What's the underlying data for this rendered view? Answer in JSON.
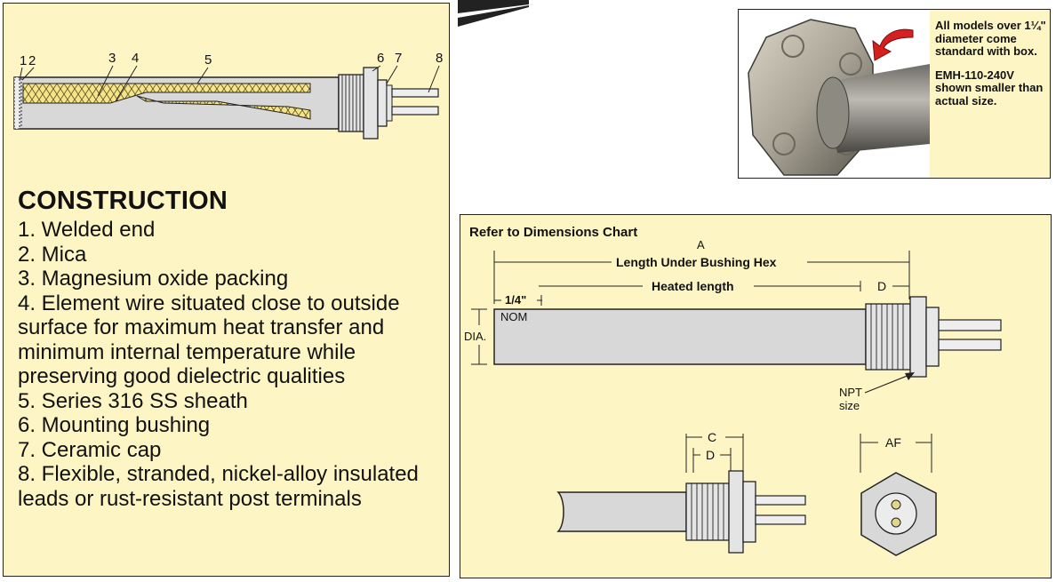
{
  "construction": {
    "heading": "CONSTRUCTION",
    "items": [
      "1. Welded end",
      "2. Mica",
      "3. Magnesium oxide packing",
      "4. Element wire situated close to outside surface for maximum heat transfer and minimum internal temperature while preserving good dielectric qualities",
      "5. Series 316 SS sheath",
      "6. Mounting bushing",
      "7. Ceramic cap",
      "8. Flexible, stranded, nickel-alloy insulated leads or rust-resistant post terminals"
    ],
    "callouts": [
      "1",
      "2",
      "3",
      "4",
      "5",
      "6",
      "7",
      "8"
    ]
  },
  "photo": {
    "caption_1": "All models over 1¼\" diameter come standard with box.",
    "caption_2": "EMH-110-240V shown smaller than actual size."
  },
  "dimensions": {
    "title": "Refer to Dimensions Chart",
    "label_a": "A",
    "label_length": "Length Under Bushing Hex",
    "label_heated": "Heated length",
    "label_d": "D",
    "label_quarter": "1/4\"",
    "label_nom": "NOM",
    "label_dia": "DIA.",
    "label_npt": "NPT",
    "label_size": "size",
    "label_c": "C",
    "label_d2": "D",
    "label_af": "AF"
  },
  "colors": {
    "panel_bg": "#fdf6c4",
    "outline": "#222222",
    "sheath": "#d8d8d8",
    "arrow": "#d42020"
  }
}
